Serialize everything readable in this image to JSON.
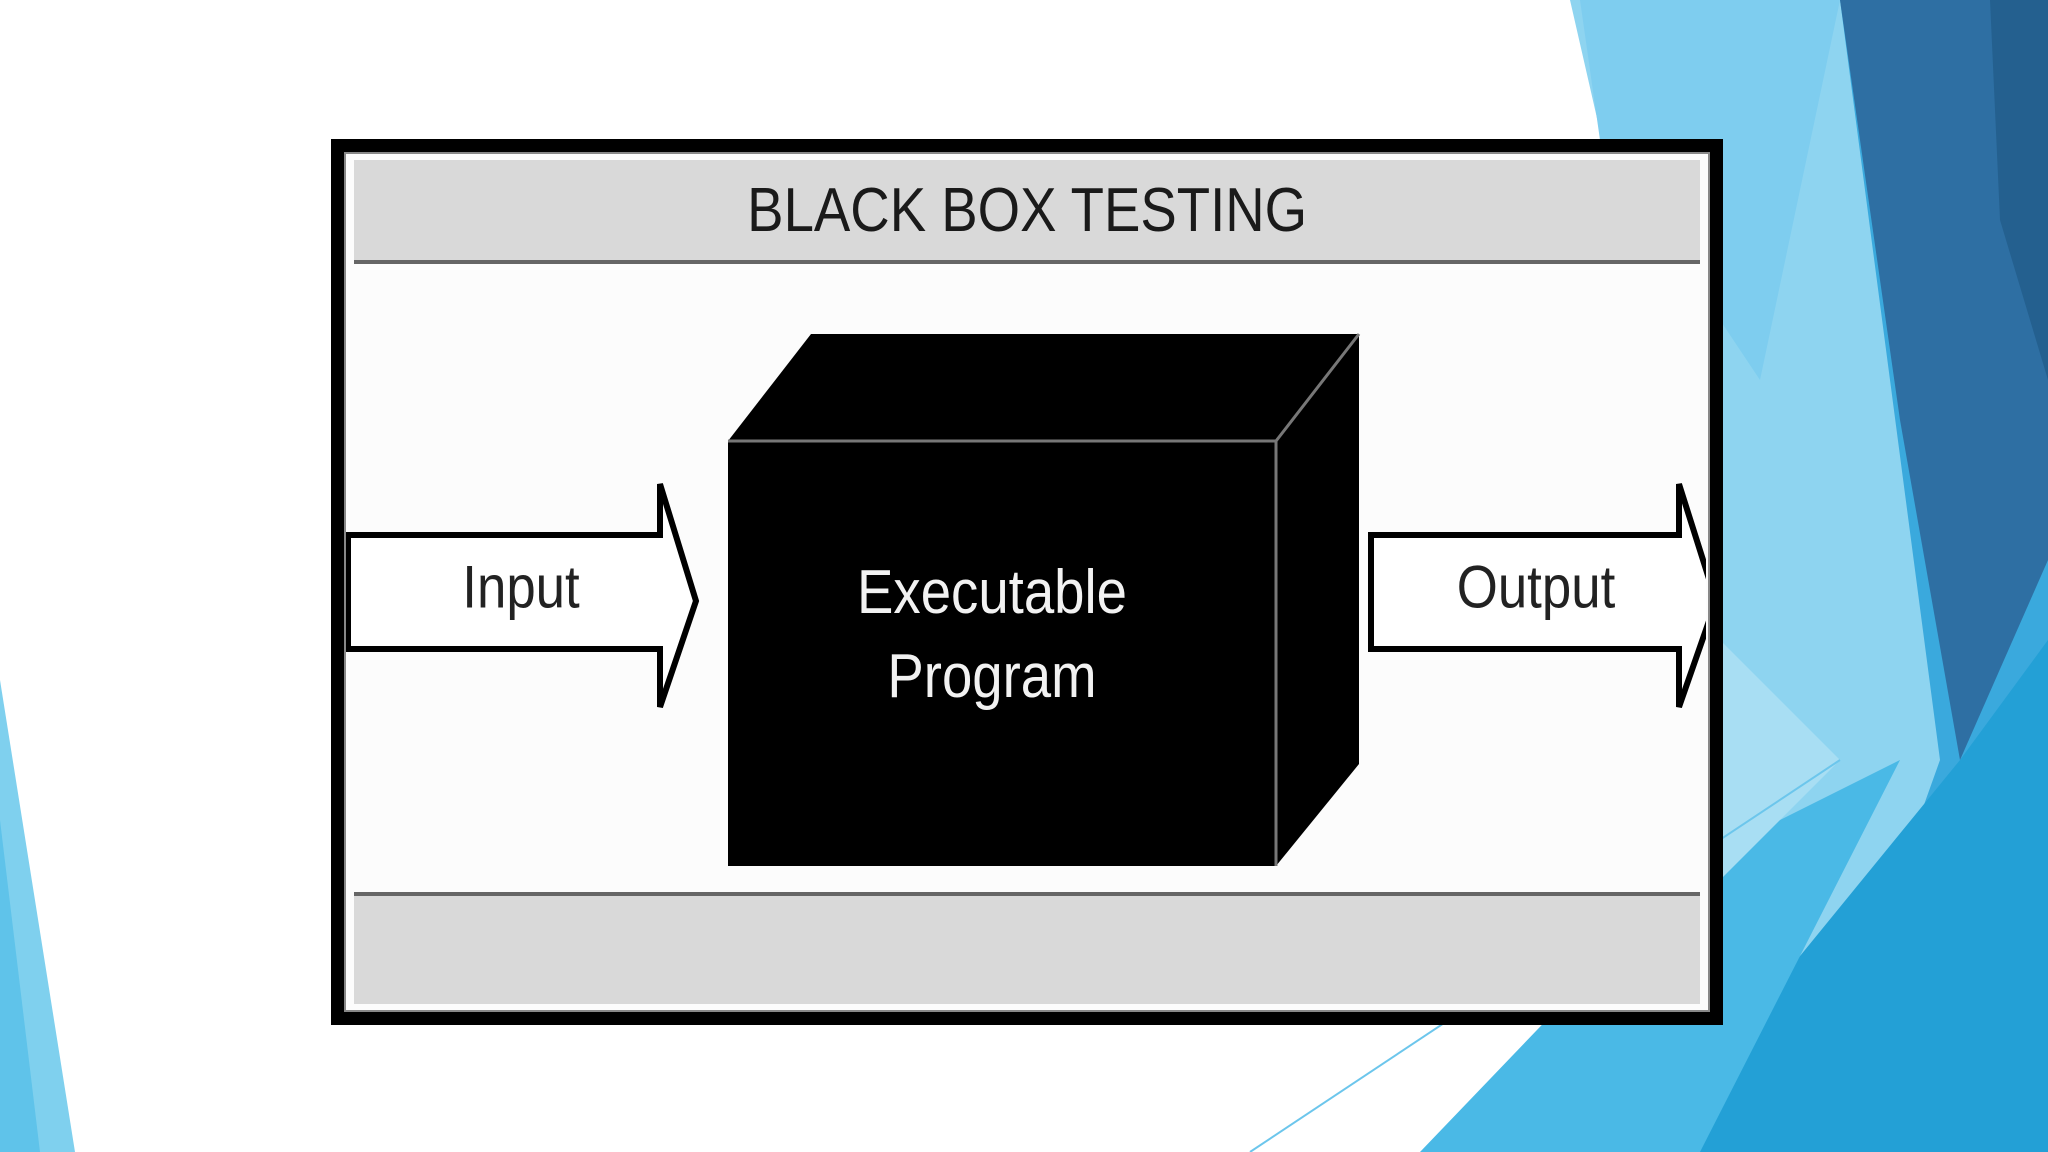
{
  "diagram": {
    "title": "BLACK BOX TESTING",
    "input_label": "Input",
    "box_line1": "Executable",
    "box_line2": "Program",
    "output_label": "Output"
  },
  "colors": {
    "bg_light_blue": "#7fd0ee",
    "bg_mid_blue": "#2fb2e2",
    "bg_dark_blue": "#2e6fa3",
    "band_gray": "#d9d9d9",
    "box_black": "#000000"
  }
}
